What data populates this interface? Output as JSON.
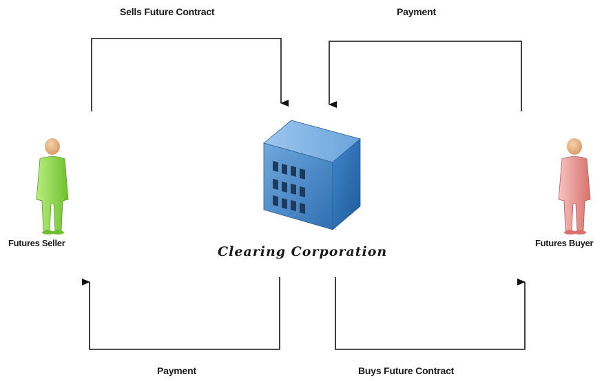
{
  "diagram": {
    "center": {
      "label": "Clearing Corporation",
      "icon": "building-icon"
    },
    "seller": {
      "label": "Futures Seller",
      "icon": "person-icon",
      "color": "#8fd14f"
    },
    "buyer": {
      "label": "Futures Buyer",
      "icon": "person-icon",
      "color": "#e8908e"
    },
    "flows": {
      "seller_to_clearing": "Sells Future Contract",
      "buyer_to_clearing": "Payment",
      "clearing_to_seller": "Payment",
      "clearing_to_buyer": "Buys Future Contract"
    },
    "colors": {
      "building": "#3b7dc4",
      "arrow": "#111111"
    }
  }
}
